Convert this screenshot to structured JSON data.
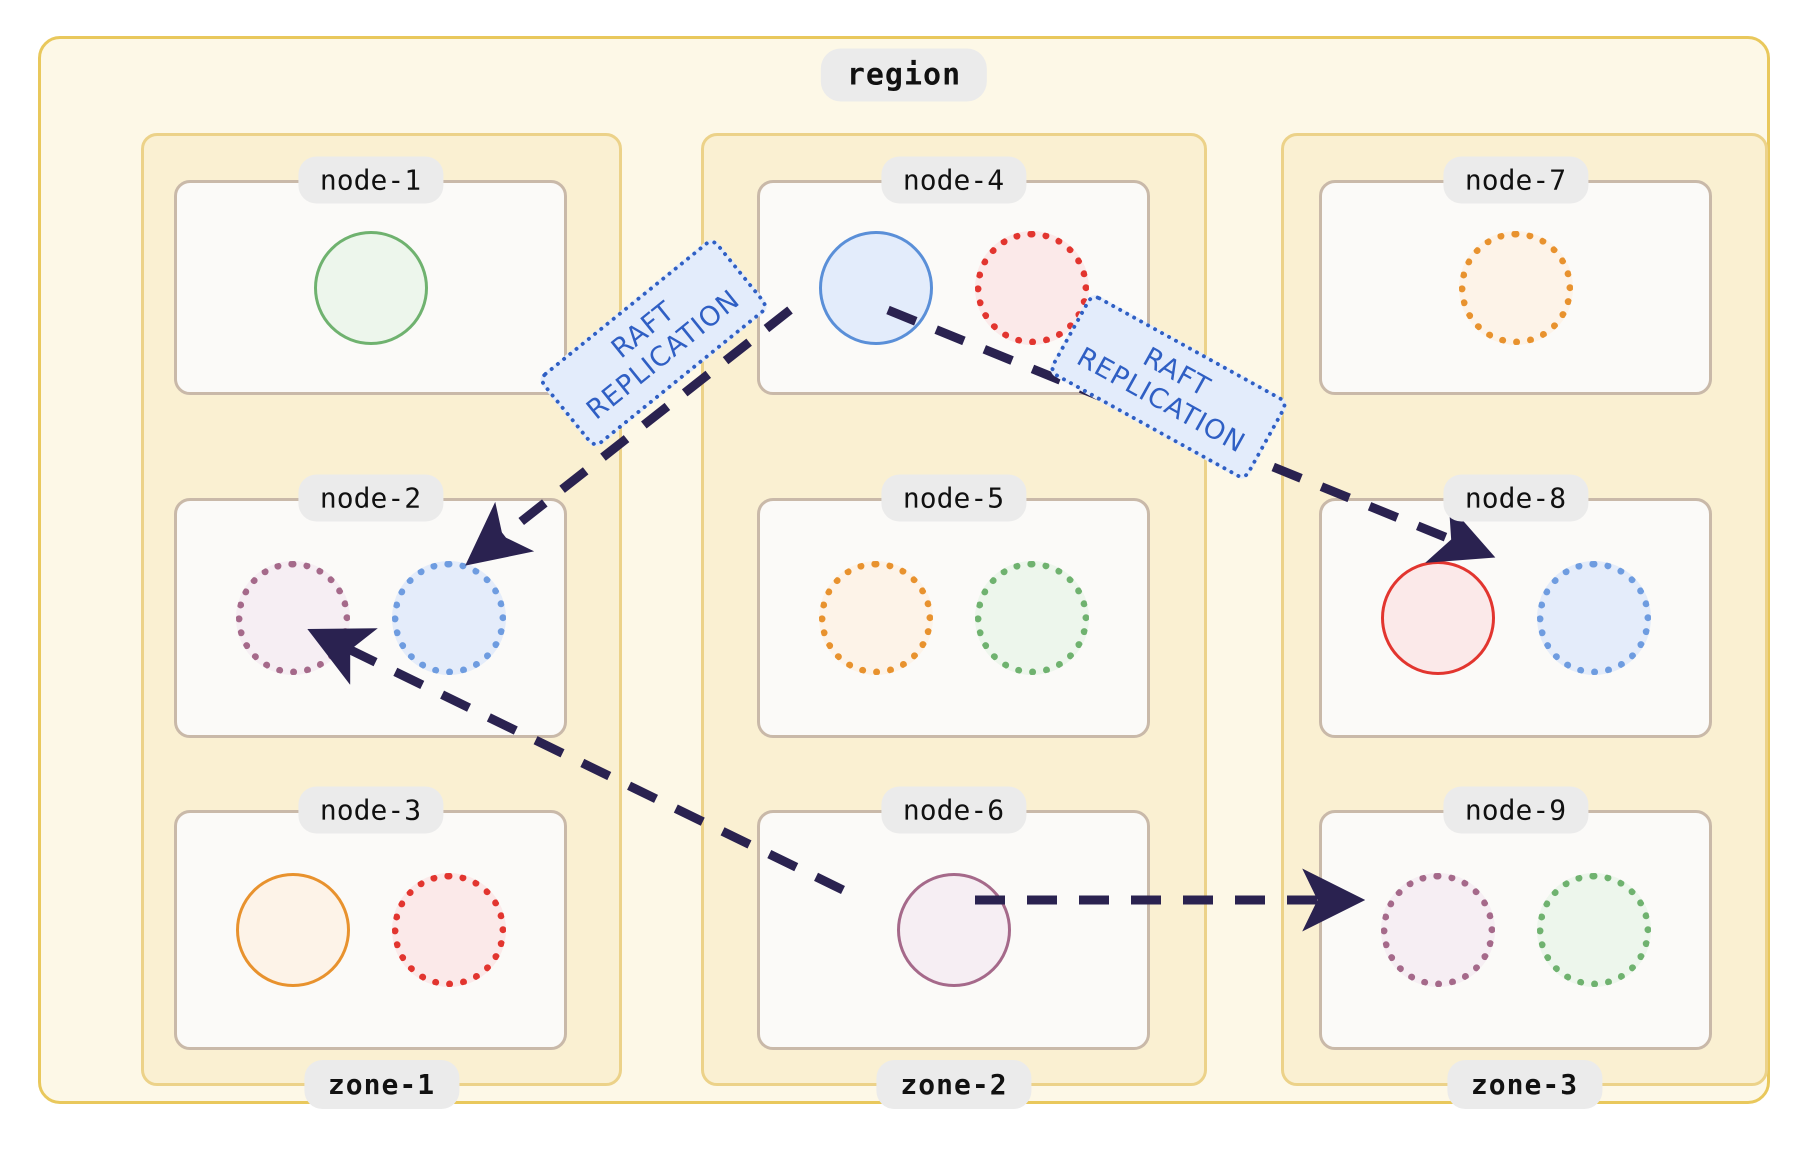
{
  "region": {
    "label": "region",
    "accent_border": "#e9c85c",
    "fill": "#fdf8e7"
  },
  "zones": [
    {
      "label": "zone-1",
      "nodes": [
        {
          "label": "node-1",
          "replicas": [
            {
              "role": "leader",
              "state": "solid",
              "color": "#6fb26f",
              "fill": "#edf6ec"
            }
          ]
        },
        {
          "label": "node-2",
          "replicas": [
            {
              "role": "follower",
              "state": "dotted",
              "color": "#a5698a",
              "fill": "#f6eef3"
            },
            {
              "role": "follower",
              "state": "dotted",
              "color": "#6e9ce0",
              "fill": "#e4ecfa"
            }
          ]
        },
        {
          "label": "node-3",
          "replicas": [
            {
              "role": "leader",
              "state": "solid",
              "color": "#e8922e",
              "fill": "#fdf3e8"
            },
            {
              "role": "follower",
              "state": "dotted",
              "color": "#e2352f",
              "fill": "#fbe9e9"
            }
          ]
        }
      ]
    },
    {
      "label": "zone-2",
      "nodes": [
        {
          "label": "node-4",
          "replicas": [
            {
              "role": "leader",
              "state": "solid",
              "color": "#5a8fd8",
              "fill": "#e3ecfb"
            },
            {
              "role": "follower",
              "state": "dotted",
              "color": "#e2352f",
              "fill": "#fbe9e9"
            }
          ]
        },
        {
          "label": "node-5",
          "replicas": [
            {
              "role": "follower",
              "state": "dotted",
              "color": "#e8922e",
              "fill": "#fdf3e8"
            },
            {
              "role": "follower",
              "state": "dotted",
              "color": "#6fb26f",
              "fill": "#edf6ec"
            }
          ]
        },
        {
          "label": "node-6",
          "replicas": [
            {
              "role": "leader",
              "state": "solid",
              "color": "#a5698a",
              "fill": "#f6eef3"
            }
          ]
        }
      ]
    },
    {
      "label": "zone-3",
      "nodes": [
        {
          "label": "node-7",
          "replicas": [
            {
              "role": "follower",
              "state": "dotted",
              "color": "#e8922e",
              "fill": "#fdf3e8"
            }
          ]
        },
        {
          "label": "node-8",
          "replicas": [
            {
              "role": "leader",
              "state": "solid",
              "color": "#e2352f",
              "fill": "#fbe9e9"
            },
            {
              "role": "follower",
              "state": "dotted",
              "color": "#6e9ce0",
              "fill": "#e4ecfa"
            }
          ]
        },
        {
          "label": "node-9",
          "replicas": [
            {
              "role": "follower",
              "state": "dotted",
              "color": "#a5698a",
              "fill": "#f6eef3"
            },
            {
              "role": "follower",
              "state": "dotted",
              "color": "#6fb26f",
              "fill": "#edf6ec"
            }
          ]
        }
      ]
    }
  ],
  "edge_labels": [
    {
      "text": "RAFT\nREPLICATION",
      "color": "#2f5fc4",
      "fill": "#e3ecfb"
    },
    {
      "text": "RAFT\nREPLICATION",
      "color": "#2f5fc4",
      "fill": "#e3ecfb"
    }
  ],
  "arrows": {
    "color": "#2a2250",
    "style": "dashed",
    "paths": [
      {
        "from": "node-4",
        "to": "node-2",
        "desc": "leader-to-follower"
      },
      {
        "from": "node-4",
        "to": "node-8",
        "desc": "leader-to-follower"
      },
      {
        "from": "node-6",
        "to": "node-2",
        "desc": "leader-to-follower"
      },
      {
        "from": "node-6",
        "to": "node-9",
        "desc": "leader-to-follower"
      }
    ]
  }
}
